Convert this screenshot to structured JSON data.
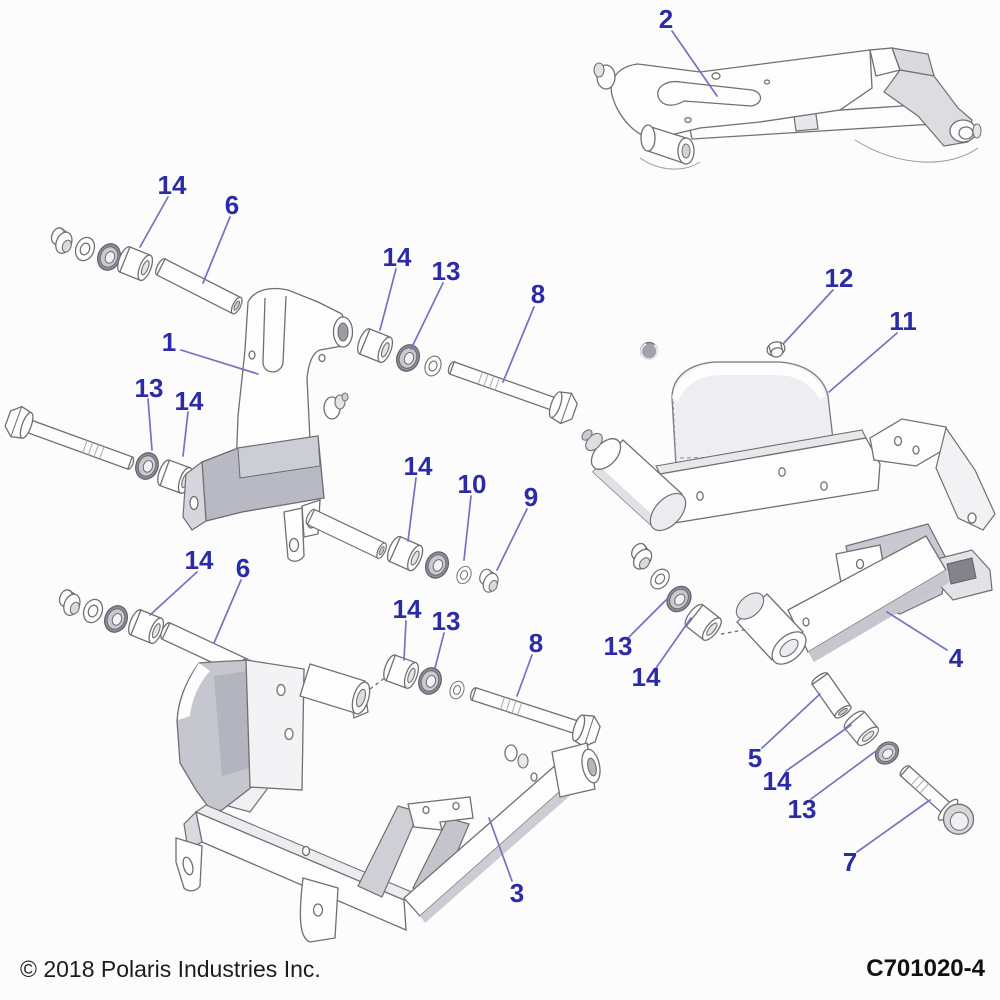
{
  "footer": {
    "copyright": "© 2018 Polaris Industries Inc.",
    "part_number": "C701020-4"
  },
  "colors": {
    "background": "#fcfcfc",
    "callout_text": "#2b2ba8",
    "leader_line": "#7373c2",
    "part_outline": "#707070"
  },
  "callouts": [
    {
      "label": "14"
    },
    {
      "label": "6"
    },
    {
      "label": "1"
    },
    {
      "label": "13"
    },
    {
      "label": "14"
    },
    {
      "label": "14"
    },
    {
      "label": "13"
    },
    {
      "label": "8"
    },
    {
      "label": "2"
    },
    {
      "label": "12"
    },
    {
      "label": "11"
    },
    {
      "label": "4"
    },
    {
      "label": "13"
    },
    {
      "label": "14"
    },
    {
      "label": "5"
    },
    {
      "label": "14"
    },
    {
      "label": "13"
    },
    {
      "label": "7"
    },
    {
      "label": "14"
    },
    {
      "label": "6"
    },
    {
      "label": "14"
    },
    {
      "label": "10"
    },
    {
      "label": "9"
    },
    {
      "label": "14"
    },
    {
      "label": "13"
    },
    {
      "label": "8"
    },
    {
      "label": "3"
    }
  ]
}
